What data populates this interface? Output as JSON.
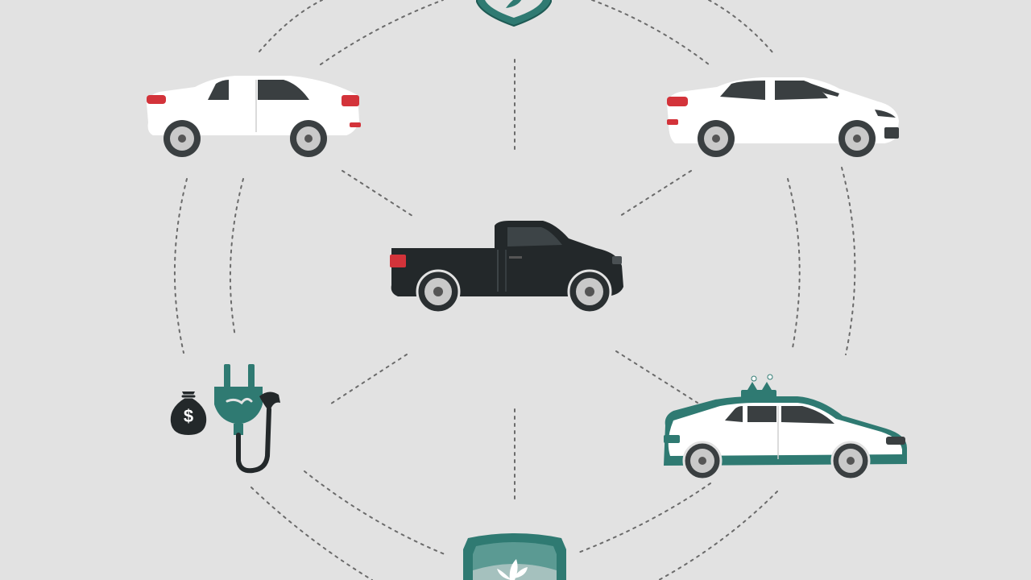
{
  "diagram": {
    "nodes": [
      {
        "id": "shield-top",
        "icon": "shield-leaf-icon"
      },
      {
        "id": "sedan-top-left",
        "icon": "white-sedan-icon"
      },
      {
        "id": "sedan-top-right",
        "icon": "white-sedan-icon"
      },
      {
        "id": "pickup-center",
        "icon": "black-pickup-truck-icon"
      },
      {
        "id": "ev-charging",
        "icon": "ev-plug-money-bag-icon"
      },
      {
        "id": "taxi-bottom-right",
        "icon": "teal-taxi-icon"
      },
      {
        "id": "shield-bottom",
        "icon": "shield-leaf-icon"
      }
    ],
    "colors": {
      "background": "#e2e2e2",
      "teal": "#2f7a72",
      "dark": "#23282a",
      "white_car": "#ffffff",
      "tail_light": "#d3333a",
      "dash": "#6b6b6b"
    },
    "money_symbol": "$"
  }
}
